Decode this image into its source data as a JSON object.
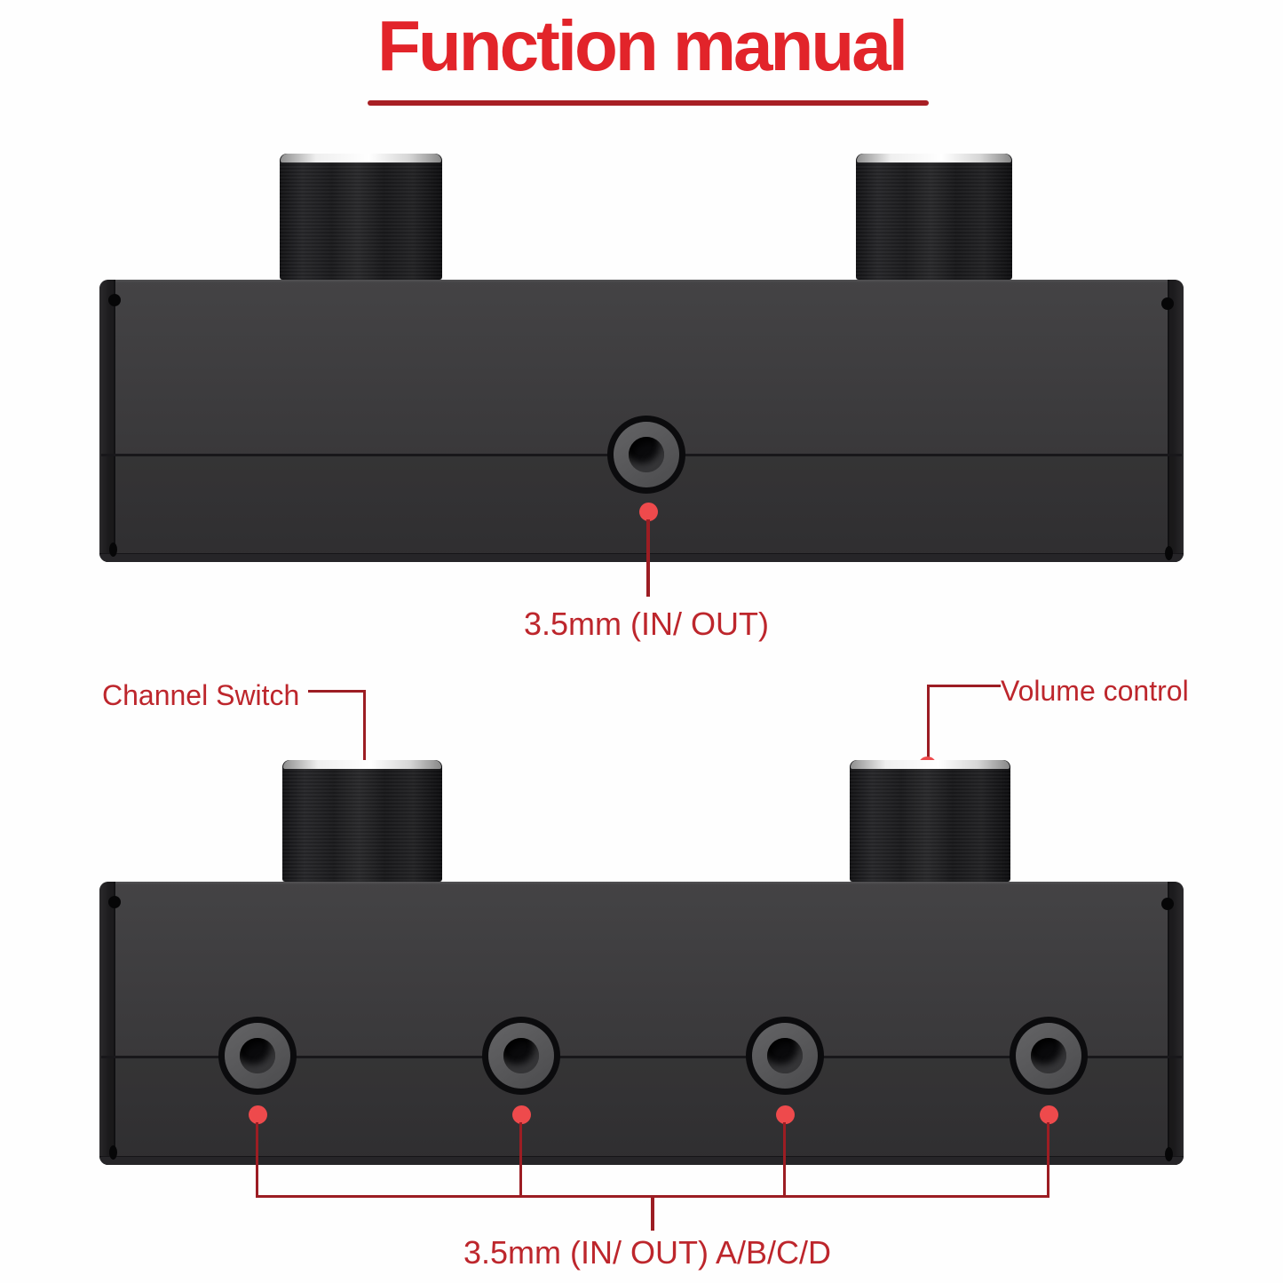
{
  "title": {
    "text": "Function manual",
    "color": "#e2242a",
    "underline_color": "#a81f24"
  },
  "annotation_style": {
    "label_color": "#bd262c",
    "line_color": "#9c1d23",
    "dot_color": "#ee4a4c"
  },
  "top_view": {
    "description": "audio switcher seen from input side, two knobs on top, one 3.5mm jack",
    "jack_caption": "3.5mm (IN/ OUT)"
  },
  "front_view": {
    "description": "audio switcher seen from output side, two knobs on top, four 3.5mm jacks",
    "channel_switch_label": "Channel Switch",
    "volume_control_label": "Volume control",
    "jacks_caption": "3.5mm (IN/ OUT) A/B/C/D"
  }
}
